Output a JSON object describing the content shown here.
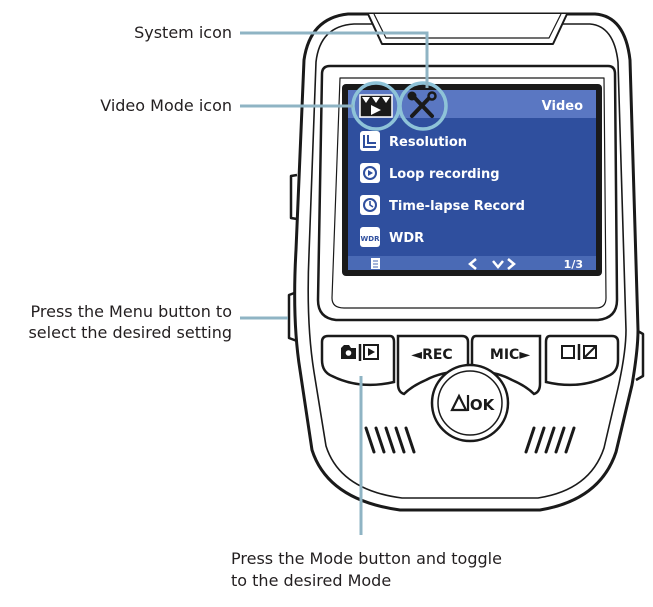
{
  "callouts": {
    "system_icon": "System icon",
    "video_mode_icon": "Video Mode icon",
    "menu_button_line1": "Press the Menu button to",
    "menu_button_line2": "select the desired setting",
    "mode_button_line1": "Press the Mode button and toggle",
    "mode_button_line2": "to the desired Mode"
  },
  "screen": {
    "mode_label": "Video",
    "menu_items": [
      {
        "label": "Resolution",
        "icon": "resolution-icon"
      },
      {
        "label": "Loop recording",
        "icon": "loop-recording-icon"
      },
      {
        "label": "Time-lapse Record",
        "icon": "time-lapse-icon"
      },
      {
        "label": "WDR",
        "icon": "wdr-icon"
      }
    ],
    "page_indicator": "1/3",
    "wdr_icon_text": "WDR",
    "colors": {
      "background": "#2f4f9e",
      "header": "#5a77c2",
      "footer": "#4a6ab5",
      "highlight_ring": "#8ec3d8"
    }
  },
  "buttons": {
    "rec": "◄REC",
    "mic": "MIC►",
    "ok": "OK"
  },
  "leader_line_color": "#8fb4c4"
}
